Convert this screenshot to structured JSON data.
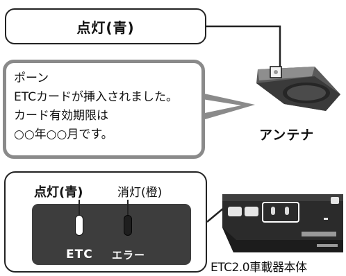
{
  "top_box": {
    "label": "点灯(青)"
  },
  "speech": {
    "lines": [
      "ポーン",
      "ETCカードが挿入されました。",
      "カード有効期限は",
      "○○年○○月です。"
    ]
  },
  "antenna": {
    "label": "アンテナ"
  },
  "indicator": {
    "lit_label": "点灯(青)",
    "unlit_label": "消灯(橙)",
    "panel_etc": "ETC",
    "panel_error": "エラー"
  },
  "unit": {
    "label": "ETC2.0車載器本体"
  },
  "colors": {
    "outline": "#222222",
    "bubble_border": "#8a8a8a",
    "panel": "#3d3d3d",
    "device": "#2b2b2b"
  }
}
